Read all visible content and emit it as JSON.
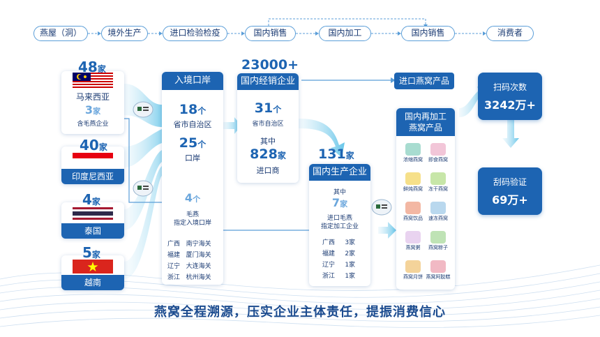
{
  "flow_steps": [
    "燕屋（洞）",
    "境外生产",
    "进口检验检疫",
    "国内销售",
    "国内加工",
    "国内销售",
    "消费者"
  ],
  "countries": [
    {
      "count": "48",
      "unit": "家",
      "name": "马来西亚",
      "sub_count": "3",
      "sub_unit": "家",
      "sub_label": "含毛燕企业"
    },
    {
      "count": "40",
      "unit": "家",
      "name": "印度尼西亚"
    },
    {
      "count": "4",
      "unit": "家",
      "name": "泰国"
    },
    {
      "count": "5",
      "unit": "家",
      "name": "越南"
    }
  ],
  "ports": {
    "title": "入境口岸",
    "n1": "18",
    "u1": "个",
    "l1": "省市自治区",
    "n2": "25",
    "u2": "个",
    "l2": "口岸",
    "n3": "4",
    "u3": "个",
    "l3a": "毛燕",
    "l3b": "指定入境口岸",
    "list": [
      {
        "p": "广西",
        "c": "南宁海关"
      },
      {
        "p": "福建",
        "c": "厦门海关"
      },
      {
        "p": "辽宁",
        "c": "大连海关"
      },
      {
        "p": "浙江",
        "c": "杭州海关"
      }
    ]
  },
  "dealers": {
    "big": "23000+",
    "title": "国内经销企业",
    "n1": "31",
    "u1": "个",
    "l1": "省市自治区",
    "l2": "其中",
    "n2": "828",
    "u2": "家",
    "l3": "进口商"
  },
  "producers": {
    "big": "131",
    "big_unit": "家",
    "title": "国内生产企业",
    "l1": "其中",
    "n1": "7",
    "u1": "家",
    "l2": "进口毛燕",
    "l3": "指定加工企业",
    "list": [
      {
        "p": "广西",
        "c": "3家"
      },
      {
        "p": "福建",
        "c": "2家"
      },
      {
        "p": "辽宁",
        "c": "1家"
      },
      {
        "p": "浙江",
        "c": "1家"
      }
    ]
  },
  "import_products": "进口燕窝产品",
  "reprocess": {
    "title1": "国内再加工",
    "title2": "燕窝产品",
    "items": [
      "浓缩燕窝",
      "即食燕窝",
      "鲜炖燕窝",
      "冻干燕窝",
      "燕窝饮品",
      "速冻燕窝",
      "燕窝粥",
      "燕窝粽子",
      "燕窝月饼",
      "燕窝阿胶糕"
    ]
  },
  "scan": {
    "label": "扫码次数",
    "value": "3242万+"
  },
  "verify": {
    "label": "刮码验证",
    "value": "69万+"
  },
  "slogan": "燕窝全程溯源，压实企业主体责任，提振消费信心"
}
